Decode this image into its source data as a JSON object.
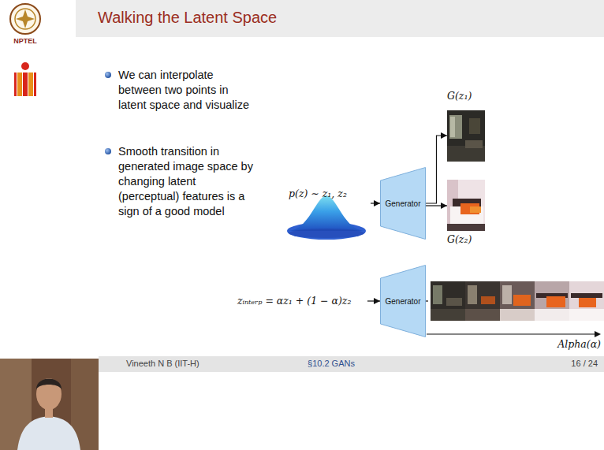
{
  "diagram": {
    "title": "Walking the Latent Space",
    "nodes": [
      {
        "text": [
          "p(z) ∼ z₁, z₂"
        ]
      },
      {
        "text": [
          "Generator"
        ]
      },
      {
        "text": [
          "G(z₁)"
        ]
      },
      {
        "text": [
          "G(z₂)"
        ]
      },
      {
        "text": [
          "zᵢₙₜₑᵣₚ = αz₁ + (1 − α)z₂"
        ]
      },
      {
        "text": [
          "Generator"
        ]
      }
    ],
    "edges": [
      {
        "from": 0,
        "to": 1,
        "arrow": "to"
      },
      {
        "from": 1,
        "to": 2,
        "arrow": "to"
      },
      {
        "from": 1,
        "to": 3,
        "arrow": "to"
      },
      {
        "from": 4,
        "to": 5,
        "arrow": "to"
      }
    ],
    "labels": [
      "NPTEL",
      "We can interpolate between two points in latent space and visualize",
      "Smooth transition in generated image space by changing latent (perceptual) features is a sign of a good model",
      "Alpha(α)",
      "Vineeth N B (IIT-H)",
      "§10.2 GANs",
      "16 / 24"
    ]
  }
}
